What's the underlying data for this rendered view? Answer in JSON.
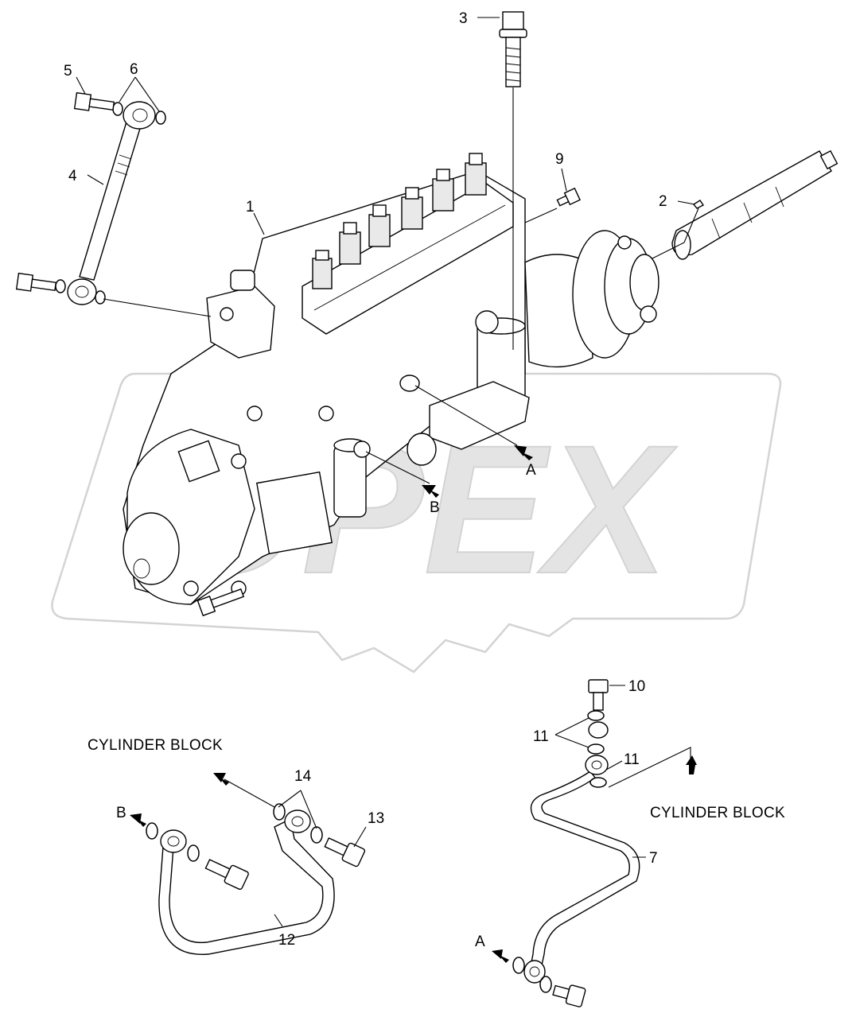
{
  "watermark": {
    "text": "OPEX",
    "color": "#dcdcdc"
  },
  "corner_mark": "",
  "callouts": [
    {
      "id": "c1",
      "text": "1"
    },
    {
      "id": "c2",
      "text": "2"
    },
    {
      "id": "c3",
      "text": "3"
    },
    {
      "id": "c4",
      "text": "4"
    },
    {
      "id": "c5",
      "text": "5"
    },
    {
      "id": "c6",
      "text": "6"
    },
    {
      "id": "c7",
      "text": "7"
    },
    {
      "id": "c9",
      "text": "9"
    },
    {
      "id": "c10",
      "text": "10"
    },
    {
      "id": "c11a",
      "text": "11"
    },
    {
      "id": "c11b",
      "text": "11"
    },
    {
      "id": "c12",
      "text": "12"
    },
    {
      "id": "c13",
      "text": "13"
    },
    {
      "id": "c14",
      "text": "14"
    }
  ],
  "flow_markers": [
    {
      "id": "A-upper",
      "text": "A"
    },
    {
      "id": "B-upper",
      "text": "B"
    },
    {
      "id": "B-lower",
      "text": "B"
    },
    {
      "id": "A-lower",
      "text": "A"
    }
  ],
  "captions": {
    "left": "CYLINDER BLOCK",
    "right": "CYLINDER BLOCK"
  }
}
